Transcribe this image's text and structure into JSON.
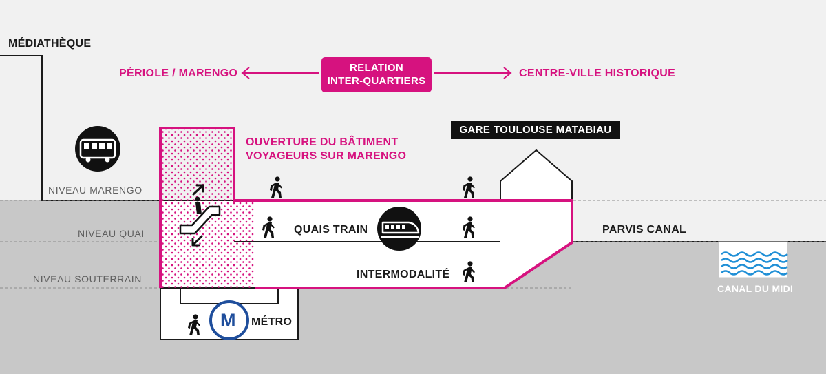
{
  "labels": {
    "mediatheque": "MÉDIATHÈQUE",
    "periole": "PÉRIOLE / MARENGO",
    "relation_line1": "RELATION",
    "relation_line2": "INTER-QUARTIERS",
    "centre_ville": "CENTRE-VILLE HISTORIQUE",
    "ouverture_line1": "OUVERTURE DU BÂTIMENT",
    "ouverture_line2": "VOYAGEURS SUR MARENGO",
    "gare": "GARE TOULOUSE MATABIAU",
    "niveau_marengo": "NIVEAU MARENGO",
    "niveau_quai": "NIVEAU QUAI",
    "niveau_souterrain": "NIVEAU SOUTERRAIN",
    "quais_train": "QUAIS TRAIN",
    "intermodalite": "INTERMODALITÉ",
    "parvis_canal": "PARVIS CANAL",
    "canal_du_midi": "CANAL DU MIDI",
    "metro": "MÉTRO",
    "metro_logo": "M"
  },
  "icons": [
    "bus-icon",
    "train-icon",
    "metro-icon",
    "escalator-icon",
    "walking-person-icon",
    "water-waves-icon",
    "arrow-left-icon",
    "arrow-right-icon"
  ],
  "colors": {
    "accent": "#d6127f",
    "ground": "#c8c8c8",
    "sky": "#f1f1f1",
    "building": "#ffffff",
    "outline": "#1b1b1b",
    "metro_blue": "#1f4e9c",
    "water": "#1f8fd6"
  }
}
